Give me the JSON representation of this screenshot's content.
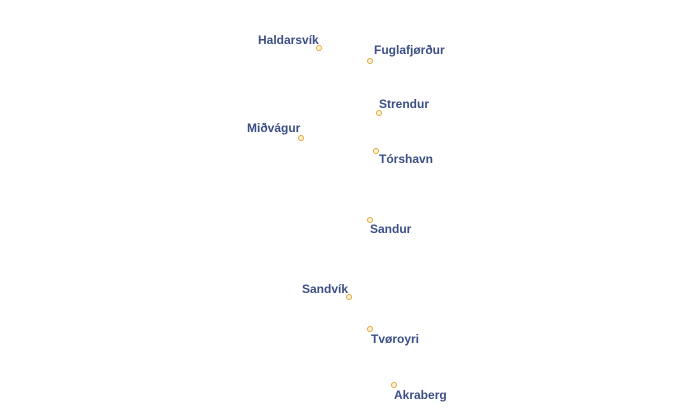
{
  "map": {
    "style": {
      "marker_stroke": "#e0a640",
      "marker_fill": "#fff3cf",
      "label_color": "#3b4f86",
      "label_halo": "#ffffff",
      "background": "#ffffff"
    },
    "towns": [
      {
        "id": "haldarsvik",
        "name": "Haldarsvík"
      },
      {
        "id": "fuglafjordur",
        "name": "Fuglafjørður"
      },
      {
        "id": "strendur",
        "name": "Strendur"
      },
      {
        "id": "midvagur",
        "name": "Miðvágur"
      },
      {
        "id": "torshavn",
        "name": "Tórshavn"
      },
      {
        "id": "sandur",
        "name": "Sandur"
      },
      {
        "id": "sandvik",
        "name": "Sandvík"
      },
      {
        "id": "tvoroyri",
        "name": "Tvøroyri"
      },
      {
        "id": "akraberg",
        "name": "Akraberg"
      }
    ]
  }
}
